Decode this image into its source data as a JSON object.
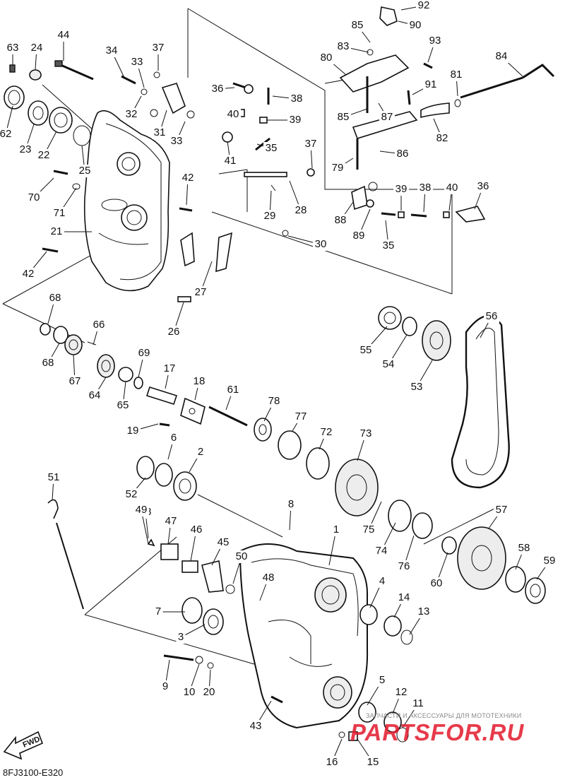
{
  "diagram_code": "8FJ3100-E320",
  "fwd_label": "FWD",
  "watermark": {
    "tagline": "ЗАПЧАСТИ И АКСЕССУАРЫ ДЛЯ МОТОТЕХНИКИ",
    "brand": "PARTSFOR.RU"
  },
  "labels": [
    "1",
    "2",
    "3",
    "4",
    "5",
    "6",
    "7",
    "8",
    "9",
    "10",
    "11",
    "12",
    "13",
    "14",
    "15",
    "16",
    "17",
    "18",
    "19",
    "20",
    "21",
    "22",
    "23",
    "24",
    "25",
    "26",
    "27",
    "28",
    "29",
    "30",
    "31",
    "32",
    "33",
    "33",
    "34",
    "35",
    "35",
    "36",
    "36",
    "37",
    "37",
    "38",
    "38",
    "39",
    "39",
    "40",
    "40",
    "41",
    "42",
    "42",
    "43",
    "44",
    "45",
    "46",
    "47",
    "48",
    "48",
    "49",
    "50",
    "51",
    "52",
    "53",
    "54",
    "55",
    "56",
    "57",
    "58",
    "59",
    "60",
    "61",
    "62",
    "63",
    "64",
    "65",
    "66",
    "67",
    "68",
    "68",
    "69",
    "70",
    "71",
    "72",
    "73",
    "74",
    "75",
    "76",
    "77",
    "78",
    "79",
    "80",
    "81",
    "82",
    "83",
    "84",
    "85",
    "85",
    "86",
    "87",
    "88",
    "89",
    "90",
    "91",
    "92",
    "93"
  ],
  "colors": {
    "line": "#111111",
    "watermark_brand": "#e21a2c"
  }
}
